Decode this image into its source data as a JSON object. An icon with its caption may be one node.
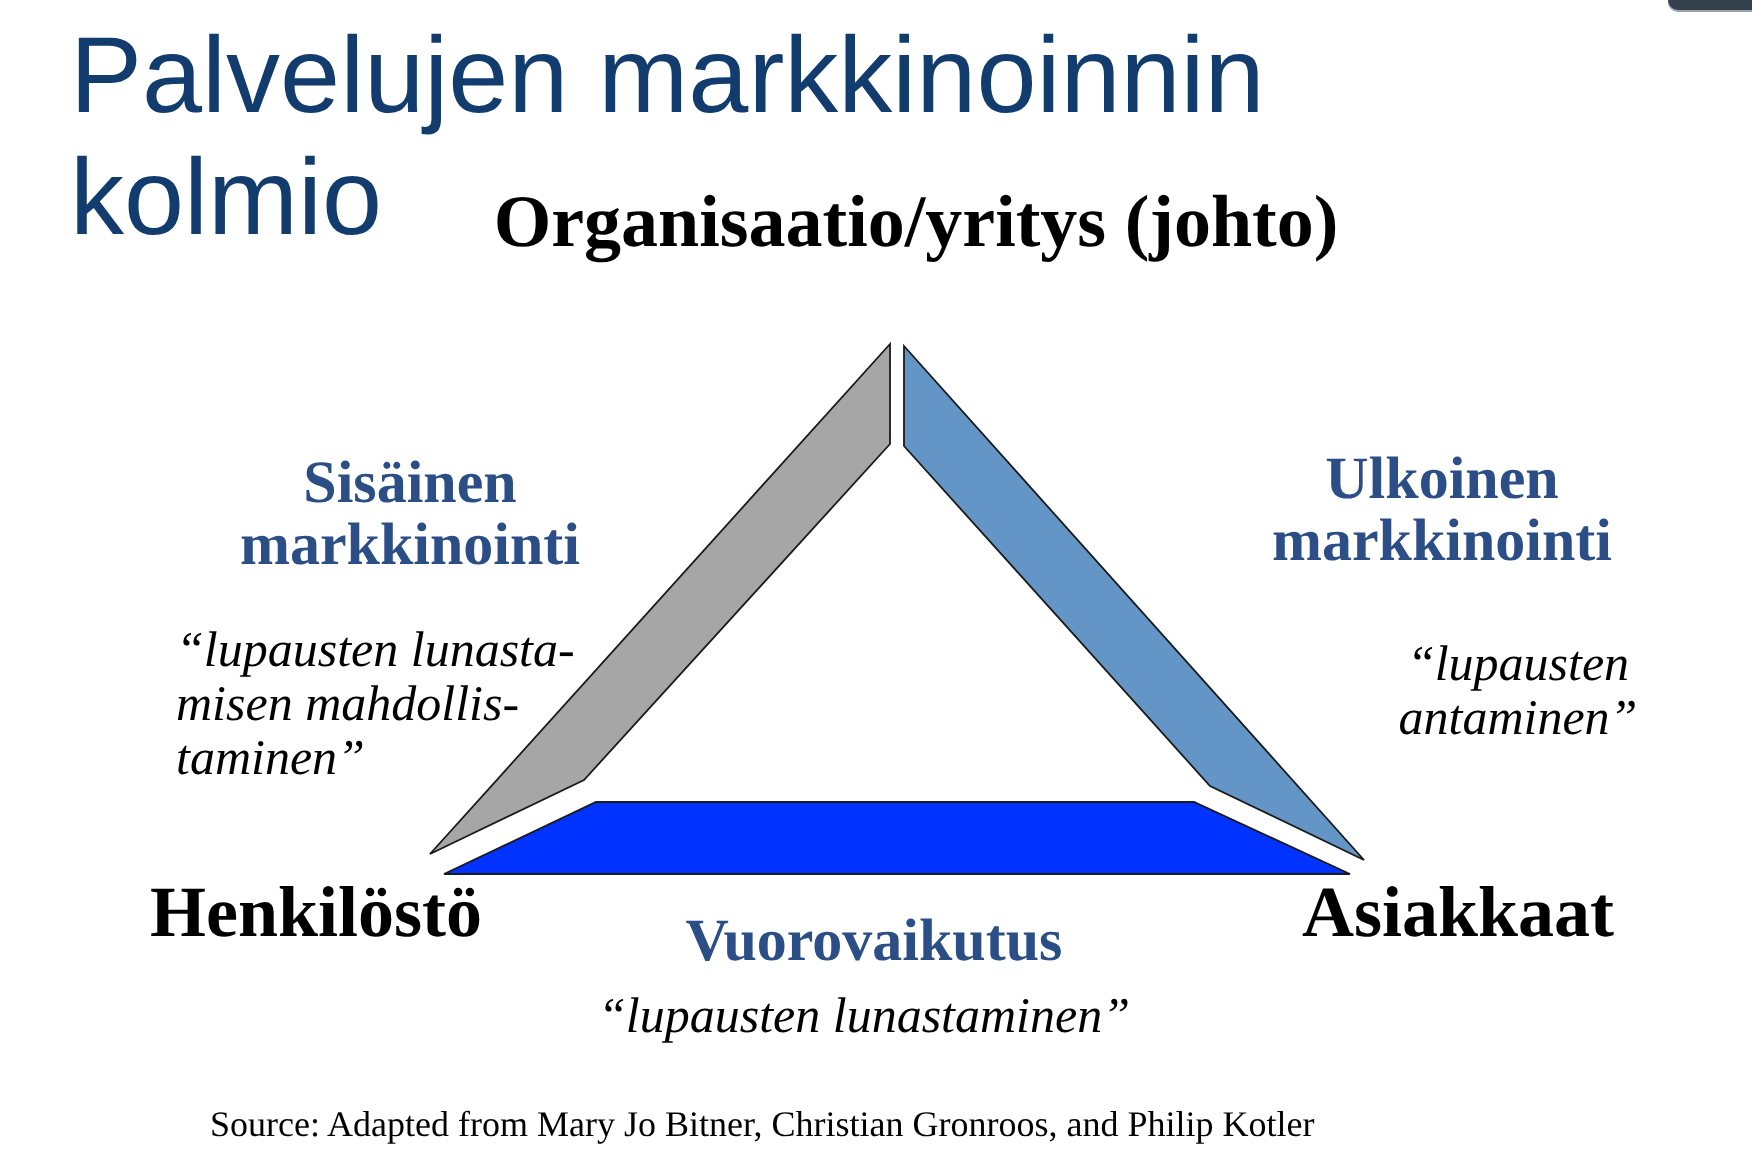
{
  "diagram": {
    "title": "Palvelujen markkinoinnin kolmio",
    "nodes": [
      {
        "text": [
          "Organisaatio/yritys (johto)"
        ]
      },
      {
        "text": [
          "Henkilöstö"
        ]
      },
      {
        "text": [
          "Asiakkaat"
        ]
      }
    ],
    "edges": [
      {
        "from": 0,
        "to": 1,
        "arrow": "none",
        "label": "Sisäinen markkinointi",
        "style": "thick",
        "color": "#a6a6a6"
      },
      {
        "from": 0,
        "to": 2,
        "arrow": "none",
        "label": "Ulkoinen markkinointi",
        "style": "thick",
        "color": "#6495c7"
      },
      {
        "from": 1,
        "to": 2,
        "arrow": "none",
        "label": "Vuorovaikutus",
        "style": "thick",
        "color": "#0033ff"
      }
    ],
    "labels": [
      "“lupausten lunasta- misen mahdollis- taminen”",
      "“lupausten antaminen”",
      "“lupausten lunastaminen”",
      "Source: Adapted from Mary Jo Bitner, Christian Gronroos, and Philip Kotler"
    ]
  }
}
